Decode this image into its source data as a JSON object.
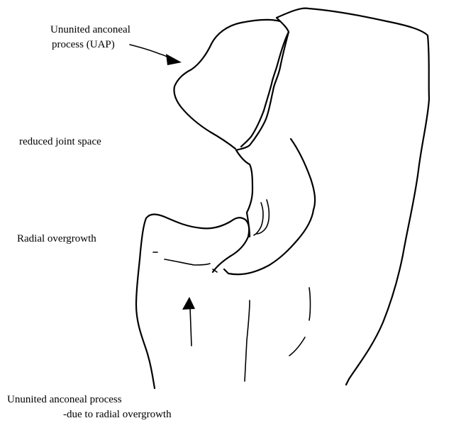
{
  "labels": {
    "uap_line1": "Ununited anconeal",
    "uap_line2": "process (UAP)",
    "joint_space": "reduced joint space",
    "radial_overgrowth": "Radial overgrowth",
    "bottom_line1": "Ununited anconeal process",
    "bottom_line2": "-due to radial overgrowth"
  },
  "icons": {
    "uap_pointer": "arrow-right-icon",
    "radial_pointer": "arrow-up-icon"
  }
}
